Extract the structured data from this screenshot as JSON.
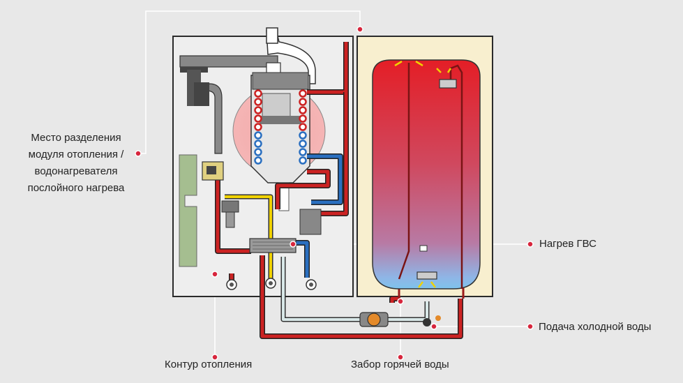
{
  "labels": {
    "split_point": [
      "Место разделения",
      "модуля отопления /",
      "водонагревателя",
      "послойного нагрева"
    ],
    "dhw_heating": "Нагрев ГВС",
    "cold_water_supply": "Подача холодной воды",
    "heating_circuit": "Контур отопления",
    "hot_water_intake": "Забор горячей воды"
  },
  "colors": {
    "background": "#e8e8e8",
    "boiler_case": "#eeeeee",
    "tank_case": "#f8efcf",
    "hot_pipe": "#cc2222",
    "cold_pipe": "#2a6fc0",
    "gas_pipe": "#f0d200",
    "return_pipe": "#d9e8e8",
    "callout_dot": "#d7263d",
    "side_panel": "#a5be90"
  }
}
